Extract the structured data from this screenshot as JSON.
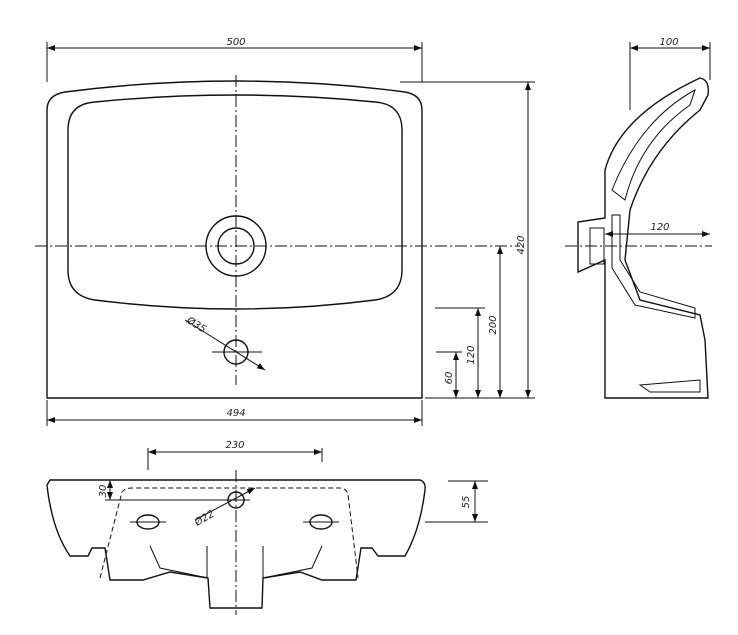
{
  "top_view": {
    "width_overall": "500",
    "width_base": "494",
    "height_total": "420",
    "height_drain": "200",
    "height_tap": "120",
    "height_60": "60",
    "tap_hole": "Ø35"
  },
  "side_view": {
    "depth": "100",
    "drain_offset": "120"
  },
  "front_view": {
    "tap_spacing": "230",
    "offset_30": "30",
    "hole": "Ø22",
    "height_55": "55"
  }
}
